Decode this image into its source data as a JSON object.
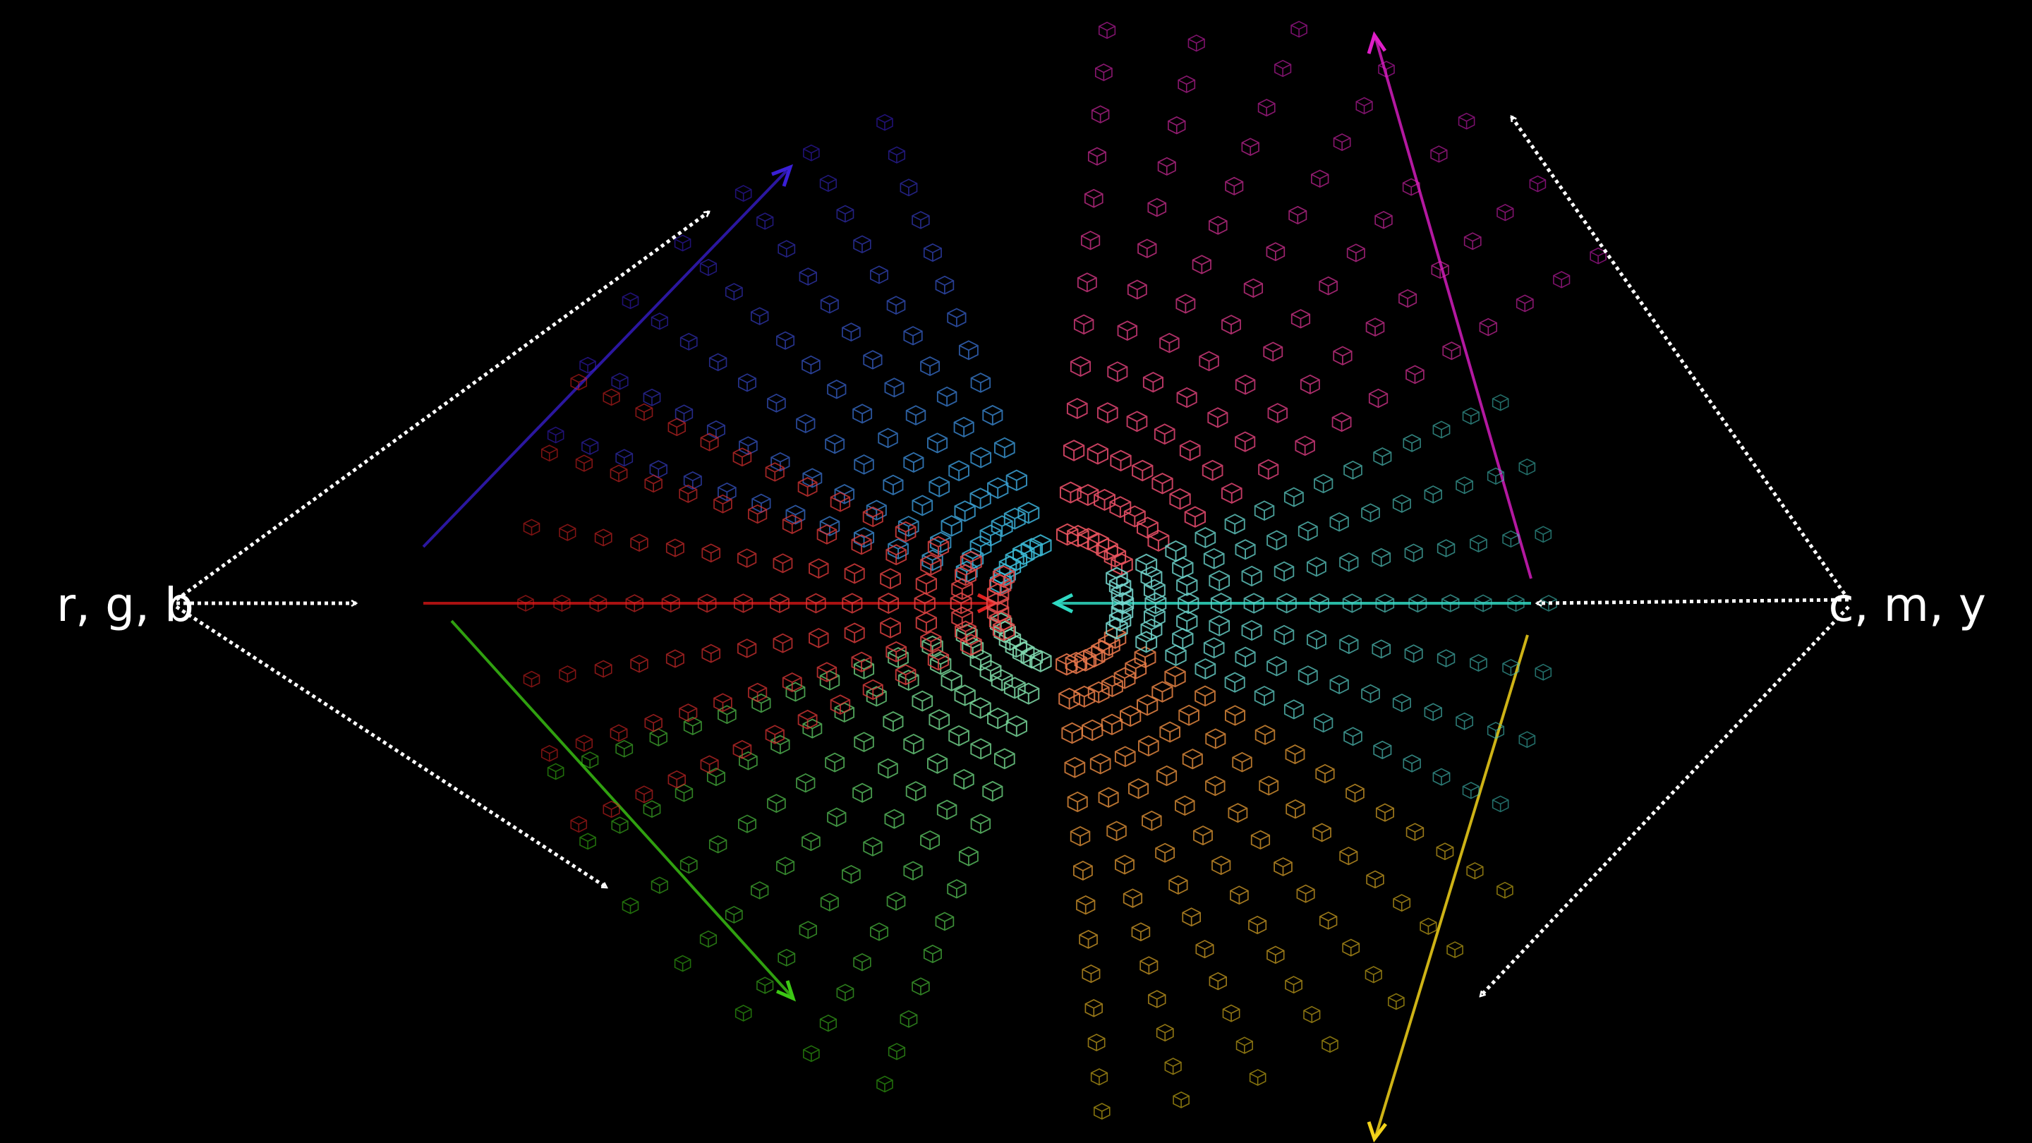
{
  "labels": {
    "left": "r, g, b",
    "right": "c, m, y"
  },
  "colors": {
    "background": "#000000",
    "red": "#c81414",
    "green": "#3cc814",
    "blue": "#3a1fd6",
    "cyan": "#2fd9c2",
    "magenta": "#e01ec8",
    "yellow": "#f2d21a",
    "pointer": "#ffffff"
  },
  "spokes": [
    {
      "name": "blue",
      "outer": "#3a1fd6",
      "inner": "#3cc8d8"
    },
    {
      "name": "green",
      "outer": "#3cc814",
      "inner": "#8adfc0"
    },
    {
      "name": "yellow",
      "outer": "#f2d21a",
      "inner": "#e87050"
    },
    {
      "name": "magenta",
      "outer": "#e01ec8",
      "inner": "#f25a5a"
    },
    {
      "name": "red",
      "outer": "#e02020",
      "inner": "#e85050"
    },
    {
      "name": "cyan",
      "outer": "#40c8c0",
      "inner": "#7ad8d0"
    }
  ]
}
